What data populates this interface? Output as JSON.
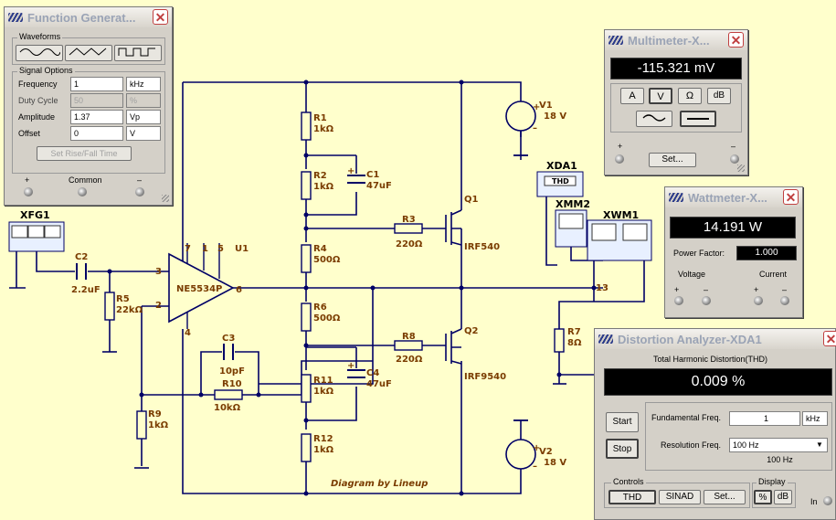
{
  "schematic": {
    "instruments": {
      "xfg1": "XFG1",
      "xda1": "XDA1",
      "xmm2": "XMM2",
      "xwm1": "XWM1",
      "xda_screen": "THD"
    },
    "parts": {
      "c2_name": "C2",
      "c2_value": "2.2uF",
      "r5_name": "R5",
      "r5_value": "22kΩ",
      "r9_name": "R9",
      "r9_value": "1kΩ",
      "u1_name": "U1",
      "u1_model": "NE5534P",
      "pin7": "7",
      "pin1": "1",
      "pin5": "5",
      "pin3": "3",
      "pin2": "2",
      "pin4": "4",
      "pin6": "6",
      "c3_name": "C3",
      "c3_value": "10pF",
      "r10_name": "R10",
      "r10_value": "10kΩ",
      "r1_name": "R1",
      "r1_value": "1kΩ",
      "r2_name": "R2",
      "r2_value": "1kΩ",
      "r4_name": "R4",
      "r4_value": "500Ω",
      "r6_name": "R6",
      "r6_value": "500Ω",
      "r11_name": "R11",
      "r11_value": "1kΩ",
      "r12_name": "R12",
      "r12_value": "1kΩ",
      "c1_name": "C1",
      "c1_value": "47uF",
      "c4_name": "C4",
      "c4_value": "47uF",
      "r3_name": "R3",
      "r3_value": "220Ω",
      "r8_name": "R8",
      "r8_value": "220Ω",
      "q1_name": "Q1",
      "q1_model": "IRF540",
      "q2_name": "Q2",
      "q2_model": "IRF9540",
      "v1_name": "V1",
      "v1_value": "18 V",
      "v2_name": "V2",
      "v2_value": "18 V",
      "r7_name": "R7",
      "r7_value": "8Ω",
      "node13": "13"
    },
    "credit": "Diagram by Lineup"
  },
  "function_generator": {
    "title": "Function Generat...",
    "waveforms_label": "Waveforms",
    "signal_options_label": "Signal Options",
    "rows": [
      {
        "label": "Frequency",
        "value": "1",
        "unit": "kHz"
      },
      {
        "label": "Duty Cycle",
        "value": "50",
        "unit": "%"
      },
      {
        "label": "Amplitude",
        "value": "1.37",
        "unit": "Vp"
      },
      {
        "label": "Offset",
        "value": "0",
        "unit": "V"
      }
    ],
    "set_rise_fall": "Set Rise/Fall Time",
    "plus": "+",
    "common": "Common",
    "minus": "–"
  },
  "multimeter": {
    "title": "Multimeter-X...",
    "reading": "-115.321 mV",
    "btn_a": "A",
    "btn_v": "V",
    "btn_ohm": "Ω",
    "btn_db": "dB",
    "set": "Set...",
    "plus": "+",
    "minus": "–"
  },
  "wattmeter": {
    "title": "Wattmeter-X...",
    "reading": "14.191 W",
    "pf_label": "Power Factor:",
    "pf_value": "1.000",
    "voltage": "Voltage",
    "current": "Current",
    "plus": "+",
    "minus": "–"
  },
  "distortion": {
    "title": "Distortion Analyzer-XDA1",
    "thd_label": "Total Harmonic Distortion(THD)",
    "reading": "0.009 %",
    "start": "Start",
    "stop": "Stop",
    "fund_label": "Fundamental Freq.",
    "fund_value": "1",
    "fund_unit": "kHz",
    "res_label": "Resolution Freq.",
    "res_value": "100 Hz",
    "res_readout": "100 Hz",
    "controls": "Controls",
    "display": "Display",
    "btn_thd": "THD",
    "btn_sinad": "SINAD",
    "btn_set": "Set...",
    "btn_pct": "%",
    "btn_db": "dB",
    "in_label": "In"
  }
}
